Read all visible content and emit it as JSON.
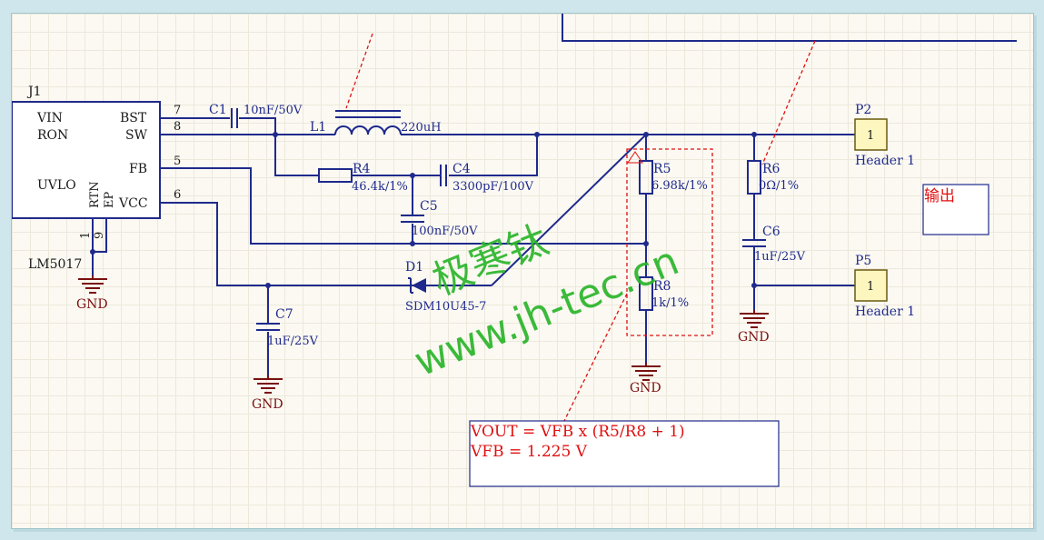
{
  "ic": {
    "ref": "J1",
    "part": "LM5017",
    "pins_left": [
      "VIN",
      "RON",
      "UVLO"
    ],
    "pins_right": [
      "BST",
      "SW",
      "FB",
      "VCC"
    ],
    "pins_bottom": [
      "RTN",
      "EP"
    ],
    "pin_numbers": [
      "7",
      "8",
      "5",
      "6",
      "1",
      "9"
    ]
  },
  "components": {
    "c1": {
      "ref": "C1",
      "value": "10nF/50V"
    },
    "l1": {
      "ref": "L1",
      "value": "220uH"
    },
    "r4": {
      "ref": "R4",
      "value": "46.4k/1%"
    },
    "c4": {
      "ref": "C4",
      "value": "3300pF/100V"
    },
    "c5": {
      "ref": "C5",
      "value": "100nF/50V"
    },
    "r5": {
      "ref": "R5",
      "value": "6.98k/1%"
    },
    "r8": {
      "ref": "R8",
      "value": "1k/1%"
    },
    "r6": {
      "ref": "R6",
      "value": "0Ω/1%"
    },
    "c6": {
      "ref": "C6",
      "value": "1uF/25V"
    },
    "c7": {
      "ref": "C7",
      "value": "1uF/25V"
    },
    "d1": {
      "ref": "D1",
      "value": "SDM10U45-7"
    },
    "p2": {
      "ref": "P2",
      "pin": "1",
      "type": "Header 1"
    },
    "p5": {
      "ref": "P5",
      "pin": "1",
      "type": "Header 1"
    }
  },
  "gnd_label": "GND",
  "output_label": "输出",
  "formula": {
    "line1": "VOUT = VFB x (R5/R8 + 1)",
    "line2": "VFB = 1.225 V"
  },
  "watermark": {
    "cn": "极寒钛",
    "url": "www.jh-tec.cn"
  },
  "colors": {
    "wire": "#1f2a8c",
    "ground": "#7a1010",
    "annotation": "#e01010",
    "watermark": "#2bb52b",
    "connector_fill": "#fdf6bf"
  }
}
